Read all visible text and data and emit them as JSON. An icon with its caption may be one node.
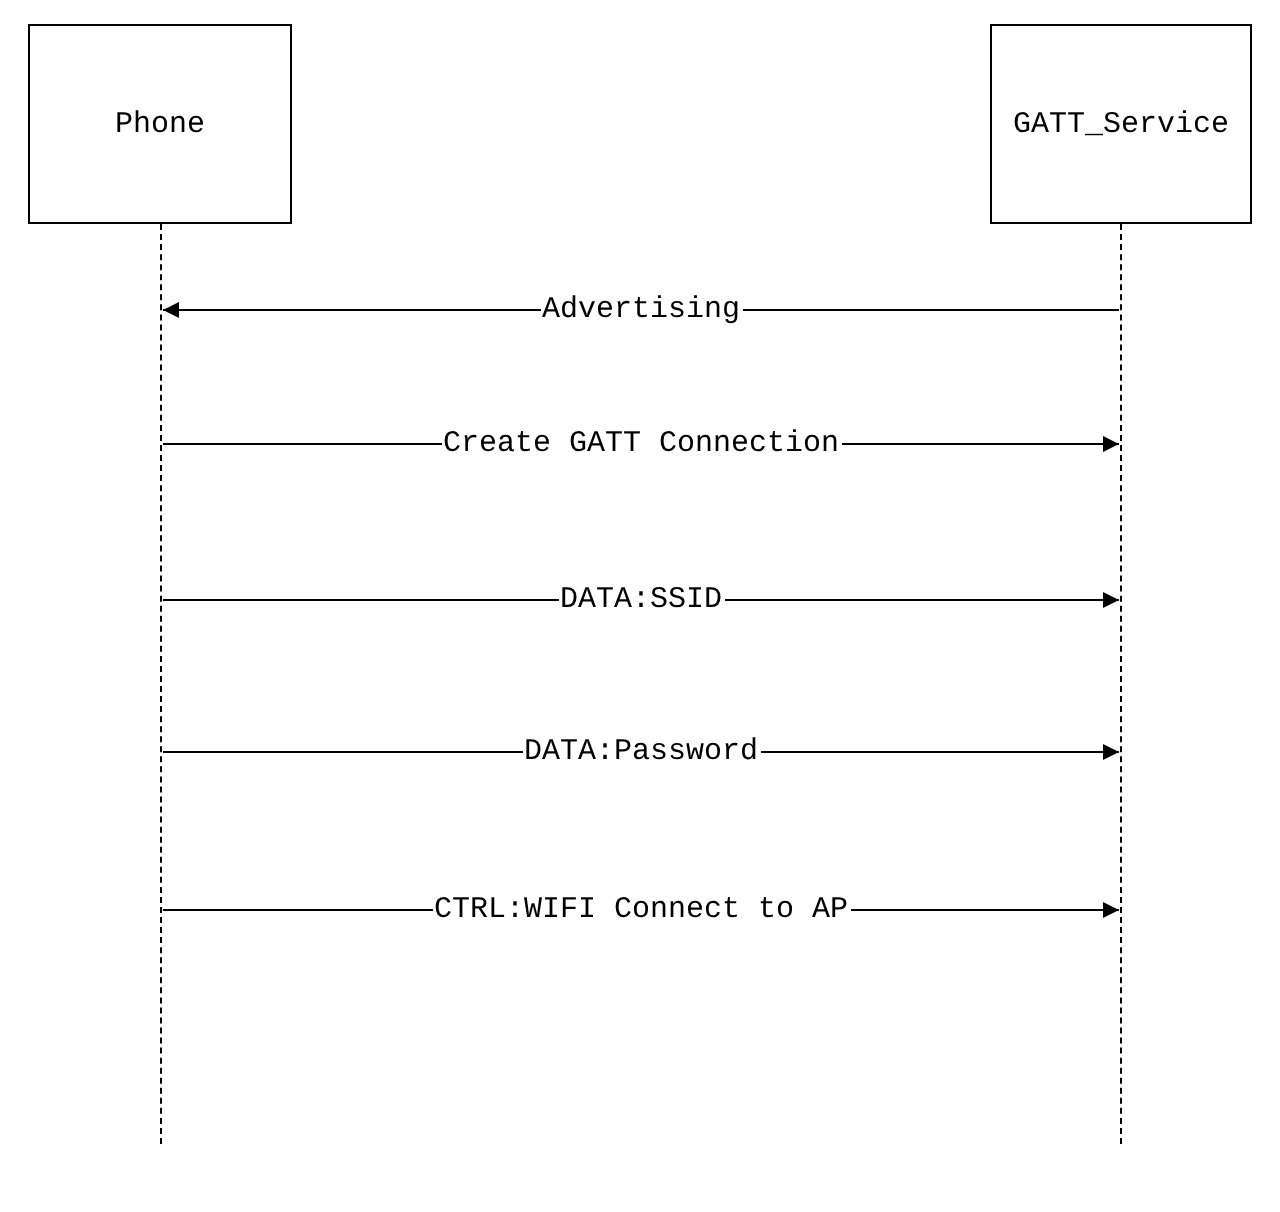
{
  "diagram": {
    "nodes": [
      {
        "text": [
          "Phone"
        ]
      },
      {
        "text": [
          "GATT_Service"
        ]
      },
      {
        "text": [],
        "shape": "bar"
      },
      {
        "text": [],
        "shape": "bar"
      }
    ],
    "edges": [
      {
        "from": 3,
        "to": 2,
        "arrow": "to",
        "label": "Advertising"
      },
      {
        "from": 2,
        "to": 3,
        "arrow": "to",
        "label": "Create GATT Connection"
      },
      {
        "from": 2,
        "to": 3,
        "arrow": "to",
        "label": "DATA:SSID"
      },
      {
        "from": 2,
        "to": 3,
        "arrow": "to",
        "label": "DATA:Password"
      },
      {
        "from": 2,
        "to": 3,
        "arrow": "to",
        "label": "CTRL:WIFI Connect to AP"
      }
    ]
  }
}
